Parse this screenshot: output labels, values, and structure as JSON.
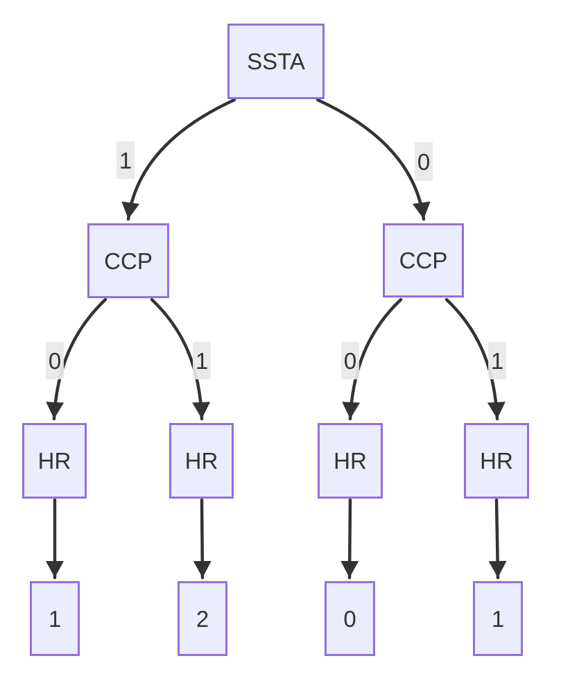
{
  "diagram": {
    "type": "decision-tree-flowchart",
    "orientation": "top-down",
    "nodes": [
      {
        "id": "ssta",
        "label": "SSTA",
        "level": 0
      },
      {
        "id": "ccp-left",
        "label": "CCP",
        "level": 1
      },
      {
        "id": "ccp-right",
        "label": "CCP",
        "level": 1
      },
      {
        "id": "hr-1",
        "label": "HR",
        "level": 2
      },
      {
        "id": "hr-2",
        "label": "HR",
        "level": 2
      },
      {
        "id": "hr-3",
        "label": "HR",
        "level": 2
      },
      {
        "id": "hr-4",
        "label": "HR",
        "level": 2
      },
      {
        "id": "leaf-1",
        "label": "1",
        "level": 3
      },
      {
        "id": "leaf-2",
        "label": "2",
        "level": 3
      },
      {
        "id": "leaf-3",
        "label": "0",
        "level": 3
      },
      {
        "id": "leaf-4",
        "label": "1",
        "level": 3
      }
    ],
    "edges": [
      {
        "from": "ssta",
        "to": "ccp-left",
        "label": "1"
      },
      {
        "from": "ssta",
        "to": "ccp-right",
        "label": "0"
      },
      {
        "from": "ccp-left",
        "to": "hr-1",
        "label": "0"
      },
      {
        "from": "ccp-left",
        "to": "hr-2",
        "label": "1"
      },
      {
        "from": "ccp-right",
        "to": "hr-3",
        "label": "0"
      },
      {
        "from": "ccp-right",
        "to": "hr-4",
        "label": "1"
      },
      {
        "from": "hr-1",
        "to": "leaf-1",
        "label": ""
      },
      {
        "from": "hr-2",
        "to": "leaf-2",
        "label": ""
      },
      {
        "from": "hr-3",
        "to": "leaf-3",
        "label": ""
      },
      {
        "from": "hr-4",
        "to": "leaf-4",
        "label": ""
      }
    ],
    "colors": {
      "node_fill": "#ECECFF",
      "node_border": "#9370DB",
      "edge": "#333333",
      "text": "#333333",
      "edge_label_bg": "rgba(232,232,232,0.92)",
      "background": "#ffffff"
    }
  }
}
